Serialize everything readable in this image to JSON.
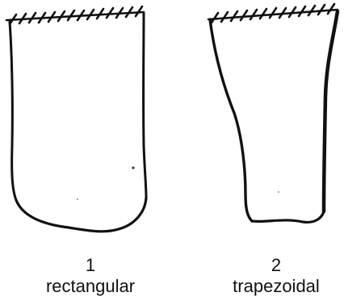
{
  "figures": [
    {
      "number": "1",
      "label": "rectangular"
    },
    {
      "number": "2",
      "label": "trapezoidal"
    }
  ],
  "colors": {
    "ink": "#111111",
    "background": "#ffffff"
  }
}
